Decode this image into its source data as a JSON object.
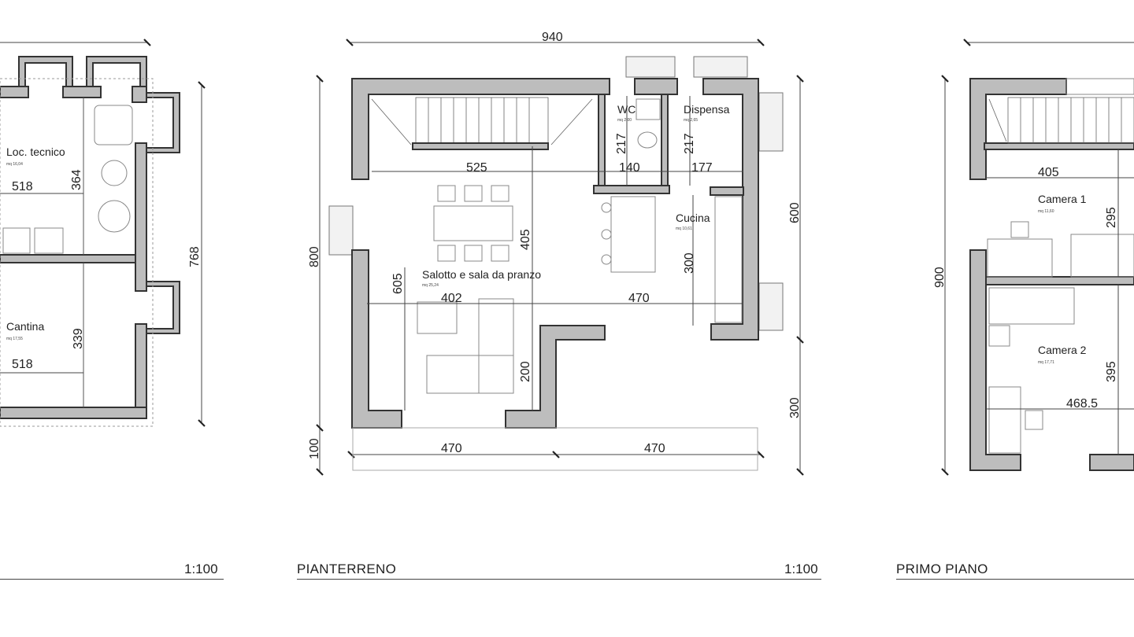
{
  "sheets": [
    {
      "label": "",
      "scale": "1:100",
      "rooms": [
        {
          "name": "Loc. tecnico",
          "area": "mq 16,04"
        },
        {
          "name": "Cantina",
          "area": "mq 17,55"
        }
      ],
      "dims": [
        "518",
        "364",
        "518",
        "339",
        "768"
      ]
    },
    {
      "label": "PIANTERRENO",
      "scale": "1:100",
      "rooms": [
        {
          "name": "WC",
          "area": "mq 2,00"
        },
        {
          "name": "Dispensa",
          "area": "mq 2,65"
        },
        {
          "name": "Cucina",
          "area": "mq 10,61"
        },
        {
          "name": "Salotto e sala da pranzo",
          "area": "mq 25,24"
        }
      ],
      "dims": [
        "940",
        "525",
        "140",
        "177",
        "217",
        "217",
        "405",
        "605",
        "402",
        "470",
        "300",
        "200",
        "800",
        "600",
        "300",
        "100",
        "470",
        "470"
      ]
    },
    {
      "label": "PRIMO PIANO",
      "scale": "",
      "rooms": [
        {
          "name": "Camera 1",
          "area": "mq 11,60"
        },
        {
          "name": "Camera 2",
          "area": "mq 17,71"
        }
      ],
      "dims": [
        "405",
        "295",
        "900",
        "395",
        "468.5"
      ]
    }
  ]
}
